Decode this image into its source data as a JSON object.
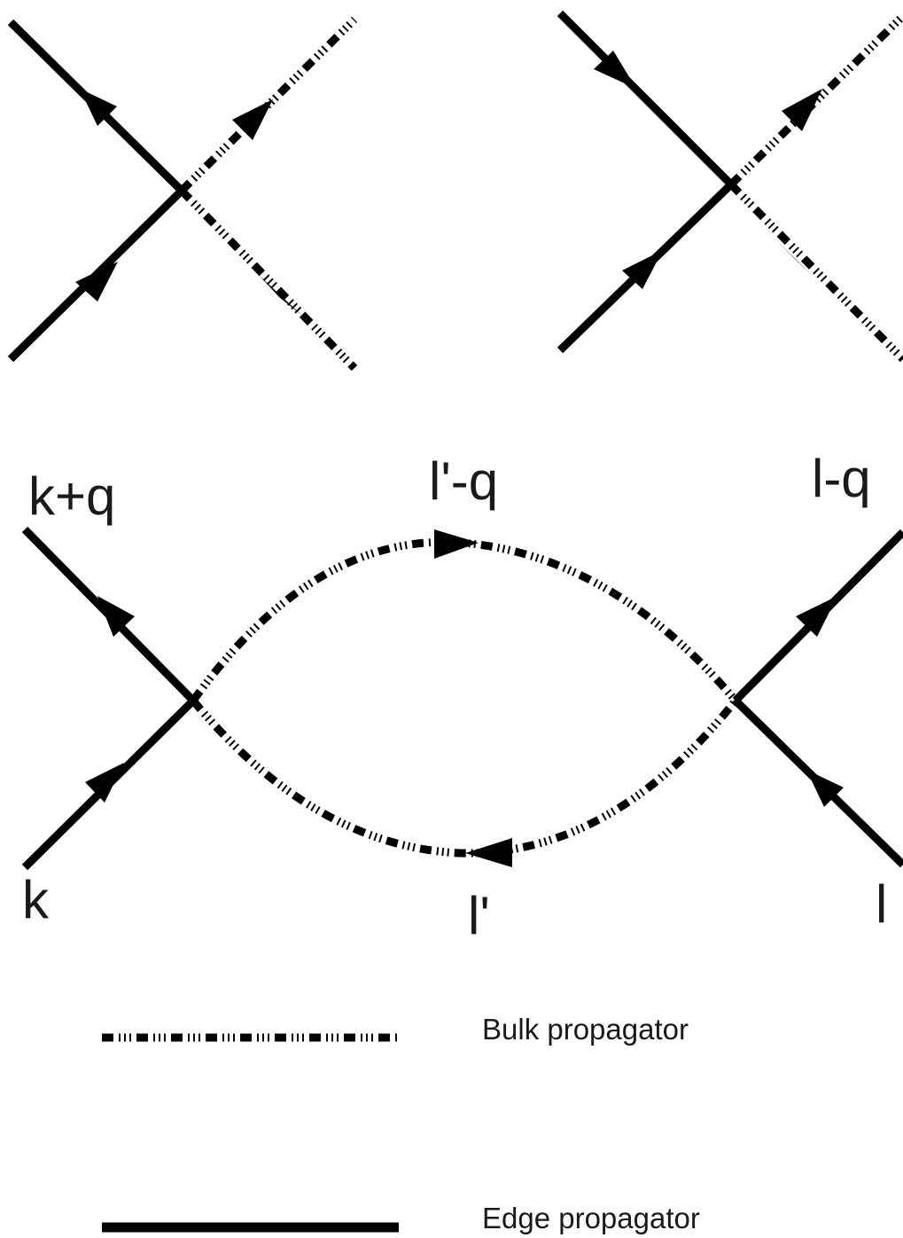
{
  "diagram": {
    "labels": {
      "k_plus_q": "k+q",
      "l_prime_minus_q": "l'-q",
      "l_minus_q": "l-q",
      "k": "k",
      "l_prime": "l'",
      "l": "l"
    },
    "legend": {
      "bulk_label": "Bulk propagator",
      "edge_label": "Edge propagator"
    }
  }
}
